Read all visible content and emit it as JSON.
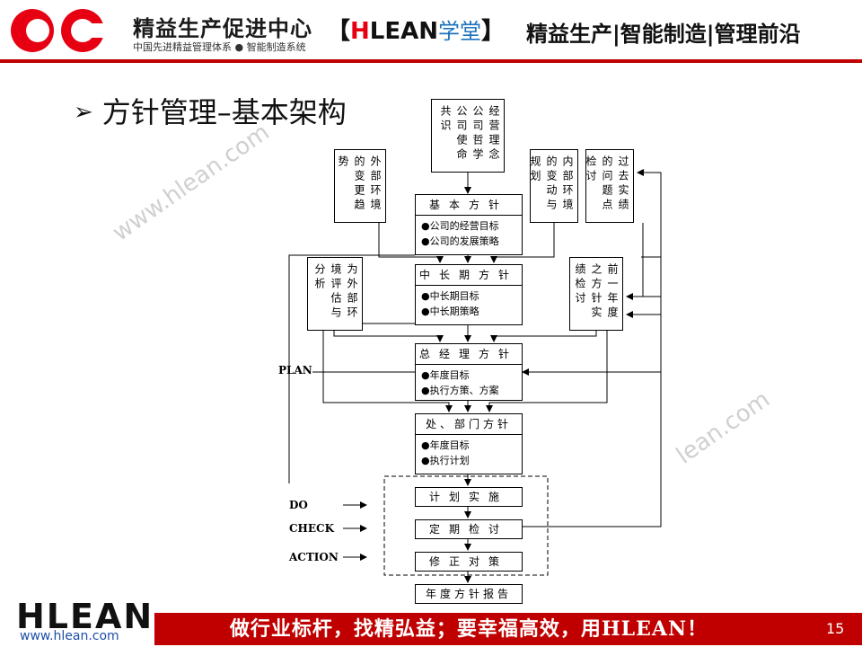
{
  "header": {
    "brand_title": "精益生产促进中心",
    "brand_subtitle": "中国先进精益管理体系 ● 智能制造系统",
    "hlean_open": "【",
    "hlean_h": "H",
    "hlean_rest": "LEAN",
    "hlean_suffix": "学堂",
    "hlean_close": "】",
    "tagline": "精益生产|智能制造|管理前沿",
    "colors": {
      "accent_red": "#c00000",
      "logo_red": "#e60012",
      "link_blue": "#1e73be"
    }
  },
  "slide": {
    "title": "方针管理–基本架构",
    "watermark": "www.hlean.com",
    "watermark_2": "lean.com"
  },
  "diagram": {
    "top_box": "经营理念公司哲学公司使命共识",
    "env_box": "外部环境的变更趋势",
    "internal_box": "内部环境的变动与规划",
    "past_box": "过去实绩的问题点检讨",
    "basic": {
      "head": "基本方针",
      "items": [
        "●公司的经营目标",
        "●公司的发展策略"
      ]
    },
    "eval_box": "为外部环境评估与分析",
    "midterm": {
      "head": "中长期方针",
      "items": [
        "●中长期目标",
        "●中长期策略"
      ]
    },
    "prev_box": "前一年度之方针实绩检讨",
    "gm": {
      "head": "总经理方针",
      "items": [
        "●年度目标",
        "●执行方策、方案"
      ]
    },
    "dept": {
      "head": "处、部门方针",
      "items": [
        "●年度目标",
        "●执行计划"
      ]
    },
    "steps": [
      "计划实施",
      "定期检讨",
      "修正对策"
    ],
    "report": "年度方针报告",
    "labels": {
      "plan": "PLAN",
      "do": "DO",
      "check": "CHECK",
      "action": "ACTION"
    }
  },
  "footer": {
    "logo": "HLEAN",
    "url": "www.hlean.com",
    "slogan": "做行业标杆，找精弘益；要幸福高效，用HLEAN！",
    "page_number": "15"
  }
}
